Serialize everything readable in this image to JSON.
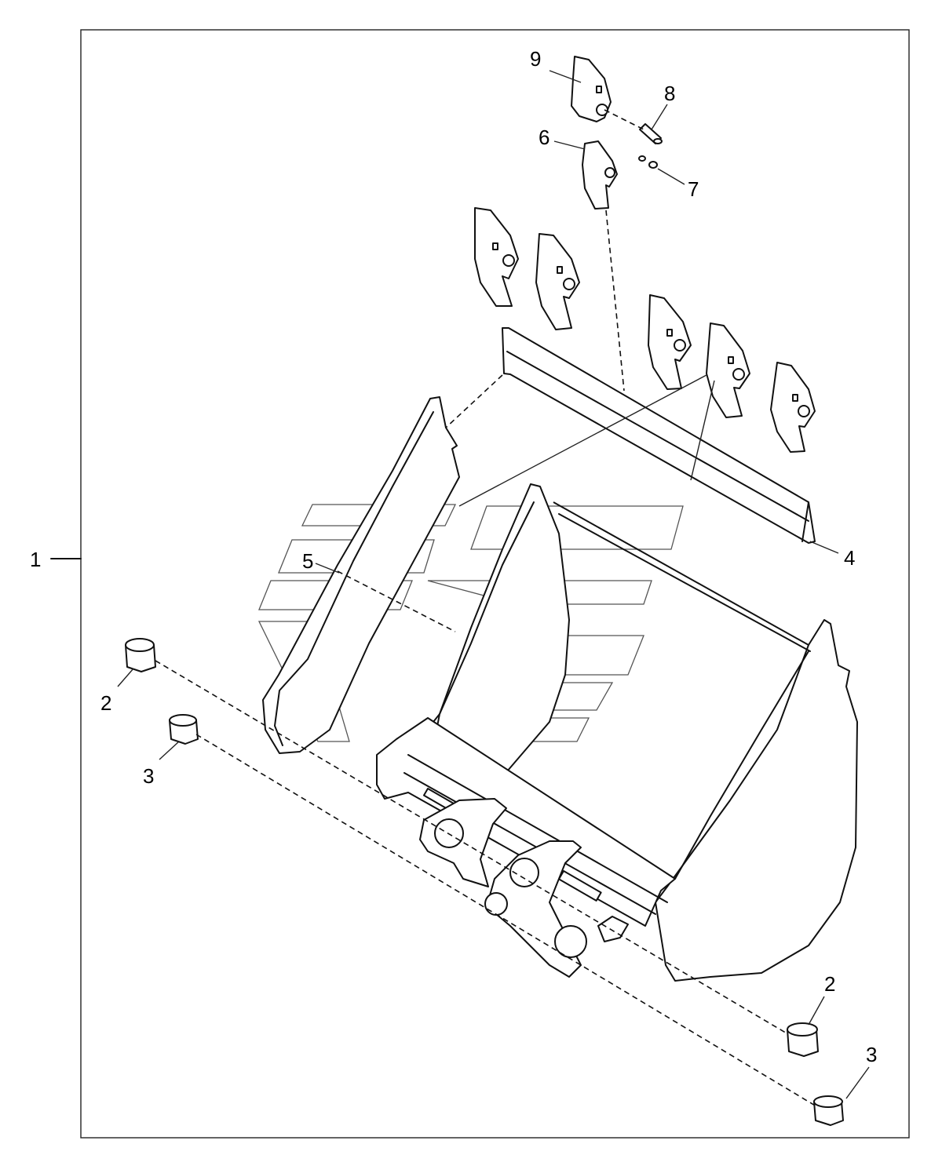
{
  "callouts": {
    "item_1": "1",
    "item_2_left": "2",
    "item_3_left": "3",
    "item_2_right": "2",
    "item_3_right": "3",
    "item_4": "4",
    "item_5": "5",
    "item_6": "6",
    "item_7": "7",
    "item_8": "8",
    "item_9": "9"
  },
  "colors": {
    "line": "#111111",
    "background": "#ffffff",
    "watermark": "#555555"
  }
}
